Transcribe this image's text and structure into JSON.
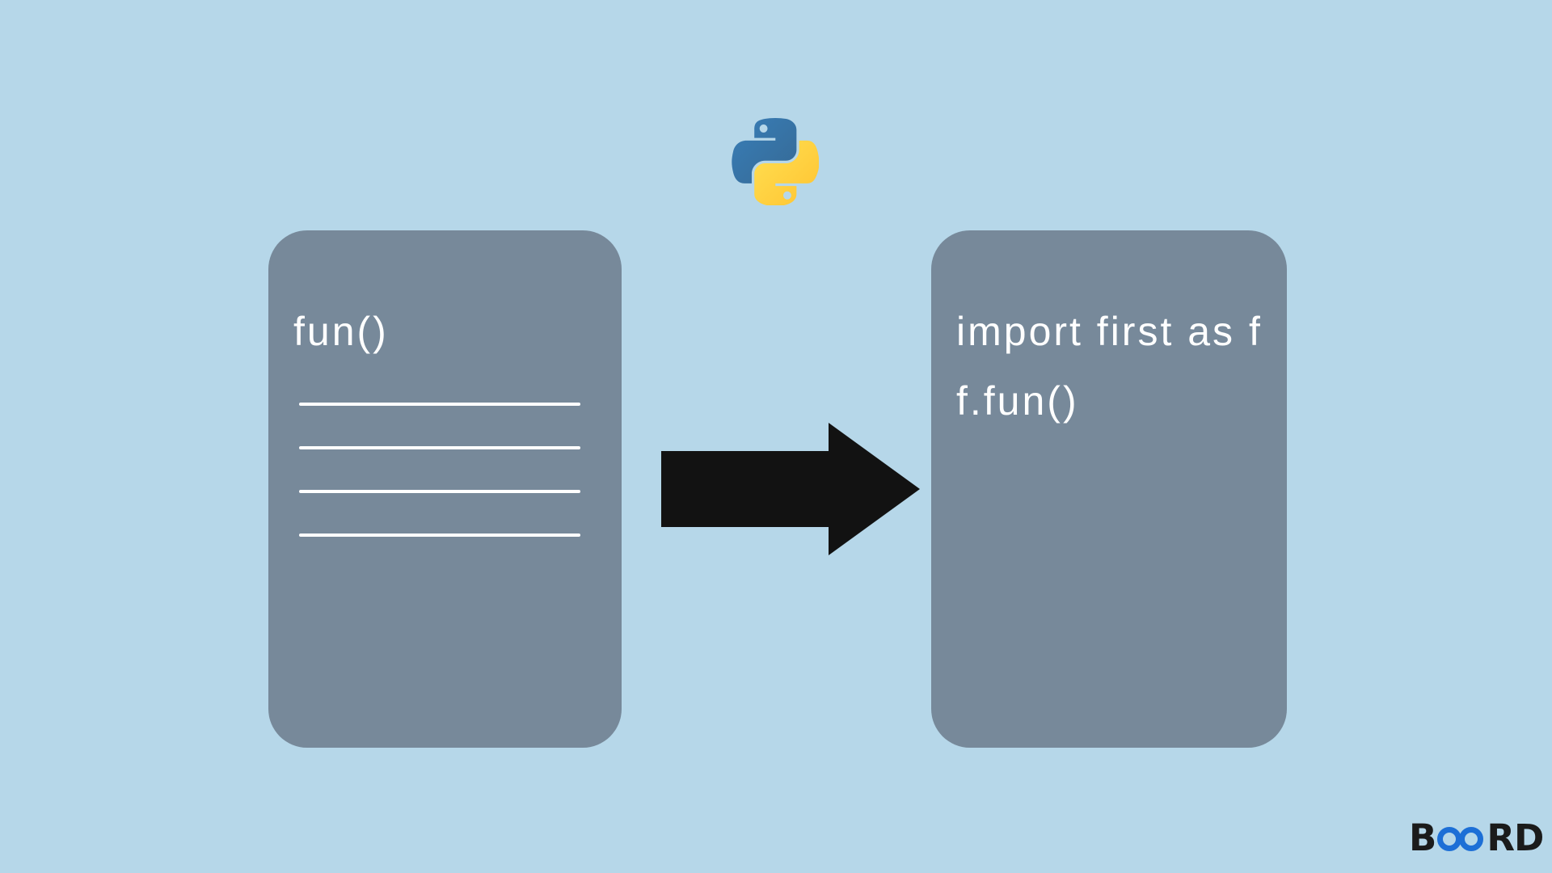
{
  "page": {
    "description": "Python import diagram: a module defining fun() is imported in another file as f and called with f.fun()"
  },
  "left_card": {
    "title": "fun()",
    "line_count": 4
  },
  "right_card": {
    "code_line_1": "import first as f",
    "code_line_2": "f.fun()"
  },
  "brand": {
    "full_name": "BOARD",
    "prefix": "B",
    "suffix": "RD"
  },
  "icons": {
    "python": "python-icon",
    "arrow": "right-arrow-icon",
    "infinity": "infinity-icon"
  },
  "colors": {
    "background": "#B6D7E9",
    "card": "#77899A",
    "card_text": "#FFFFFF",
    "arrow": "#121212",
    "brand_text": "#1B1B1B",
    "brand_infinity": "#1D6FD6",
    "python_blue_1": "#387EB8",
    "python_blue_2": "#366994",
    "python_yellow_1": "#FFE052",
    "python_yellow_2": "#FFC331"
  }
}
